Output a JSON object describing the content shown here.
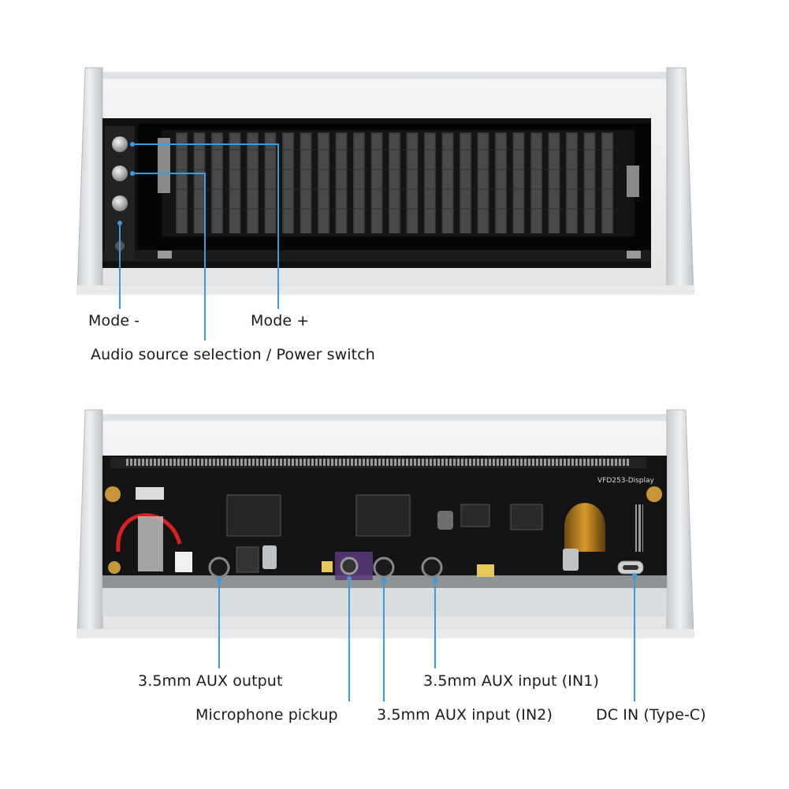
{
  "top_device": {
    "callouts": {
      "mode_minus": "Mode -",
      "mode_plus": "Mode +",
      "audio_source": "Audio source selection / Power switch"
    }
  },
  "bottom_device": {
    "board_silkscreen": "VFD253-Display",
    "callouts": {
      "aux_output": "3.5mm AUX output",
      "mic_pickup": "Microphone pickup",
      "aux_in1": "3.5mm AUX input (IN1)",
      "aux_in2": "3.5mm AUX input (IN2)",
      "dc_in": "DC IN (Type-C)"
    }
  },
  "colors": {
    "callout_line": "#3b9bdc",
    "aluminum": "#d9dde0",
    "display_black": "#0e0e0e",
    "pcb_black": "#141414"
  }
}
